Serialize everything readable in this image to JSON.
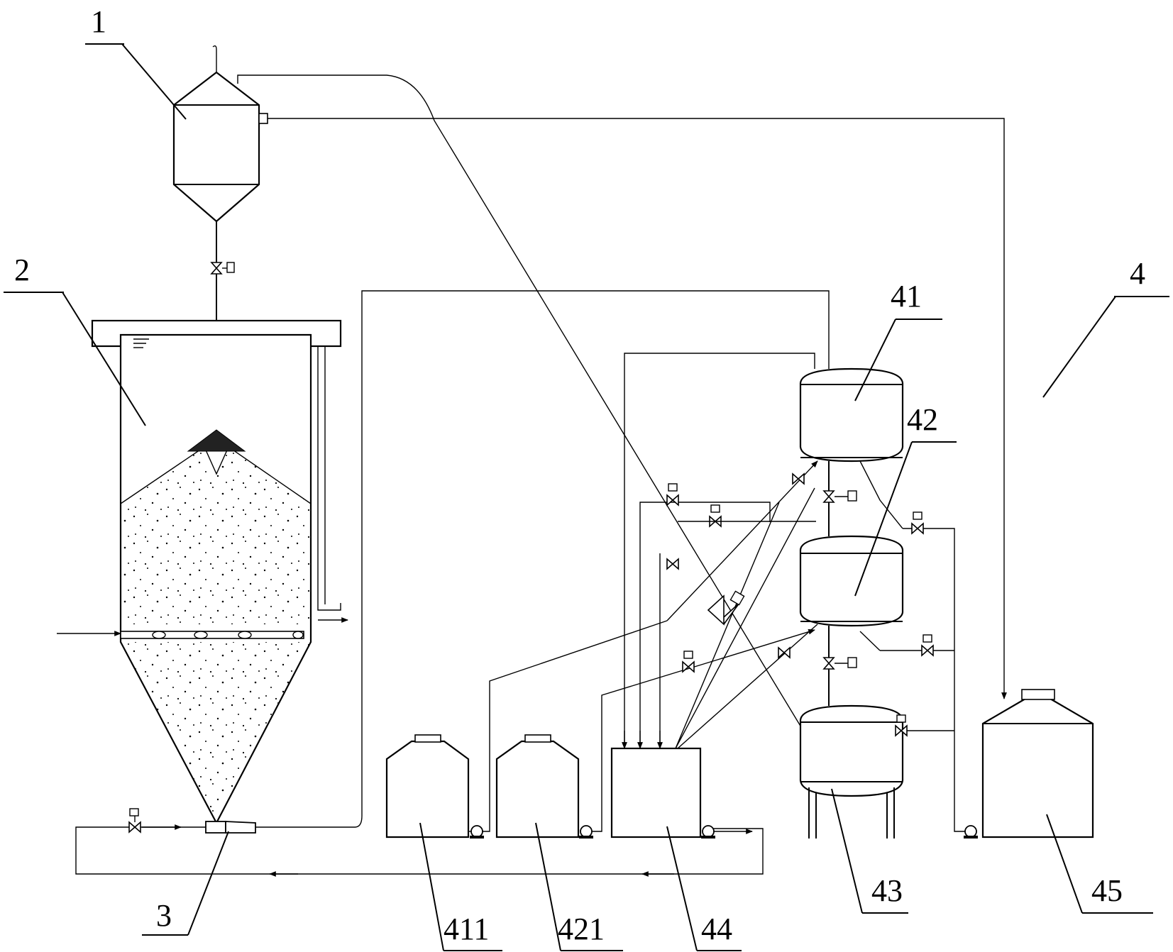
{
  "labels": {
    "c1": "1",
    "c2": "2",
    "c3": "3",
    "c4": "4",
    "c41": "41",
    "c42": "42",
    "c43": "43",
    "c44": "44",
    "c45": "45",
    "c411": "411",
    "c421": "421"
  }
}
